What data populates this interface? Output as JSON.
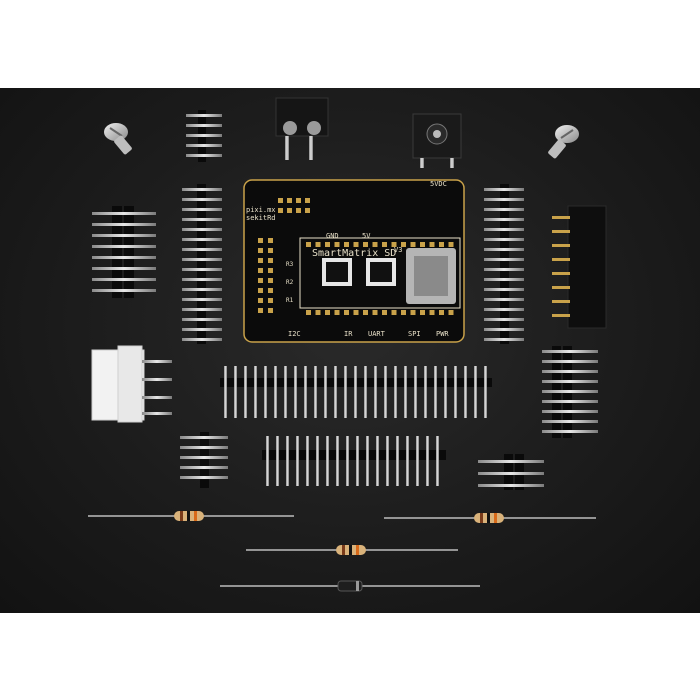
{
  "board": {
    "title": "SmartMatrix SD",
    "version": "V3",
    "credit_line1": "pixi.mx",
    "credit_line2": "sekitRd",
    "labels": {
      "gnd": "GND",
      "five_v": "5V",
      "five_vdc": "5VDC",
      "i2c": "I2C",
      "ir": "IR",
      "uart": "UART",
      "spi": "SPI",
      "pwr": "PWR",
      "r1": "R1",
      "r2": "R2",
      "r3": "R3"
    }
  },
  "colors": {
    "background": "#1c1c1c",
    "pcb": "#0d0d0d",
    "silkscreen": "#e8e0c8",
    "gold_pad": "#c9a24a",
    "header_plastic": "#0a0a0a",
    "pin_metal": "#b8b8b8",
    "resistor_body": "#d9b27a",
    "connector_white": "#f2f2f2"
  },
  "parts": [
    "screw-left",
    "screw-right",
    "screw-terminal",
    "dc-barrel-jack",
    "pcb-smartmatrix",
    "male-header-strips",
    "female-header-8pin",
    "jst-connector-white",
    "resistors",
    "diode"
  ]
}
